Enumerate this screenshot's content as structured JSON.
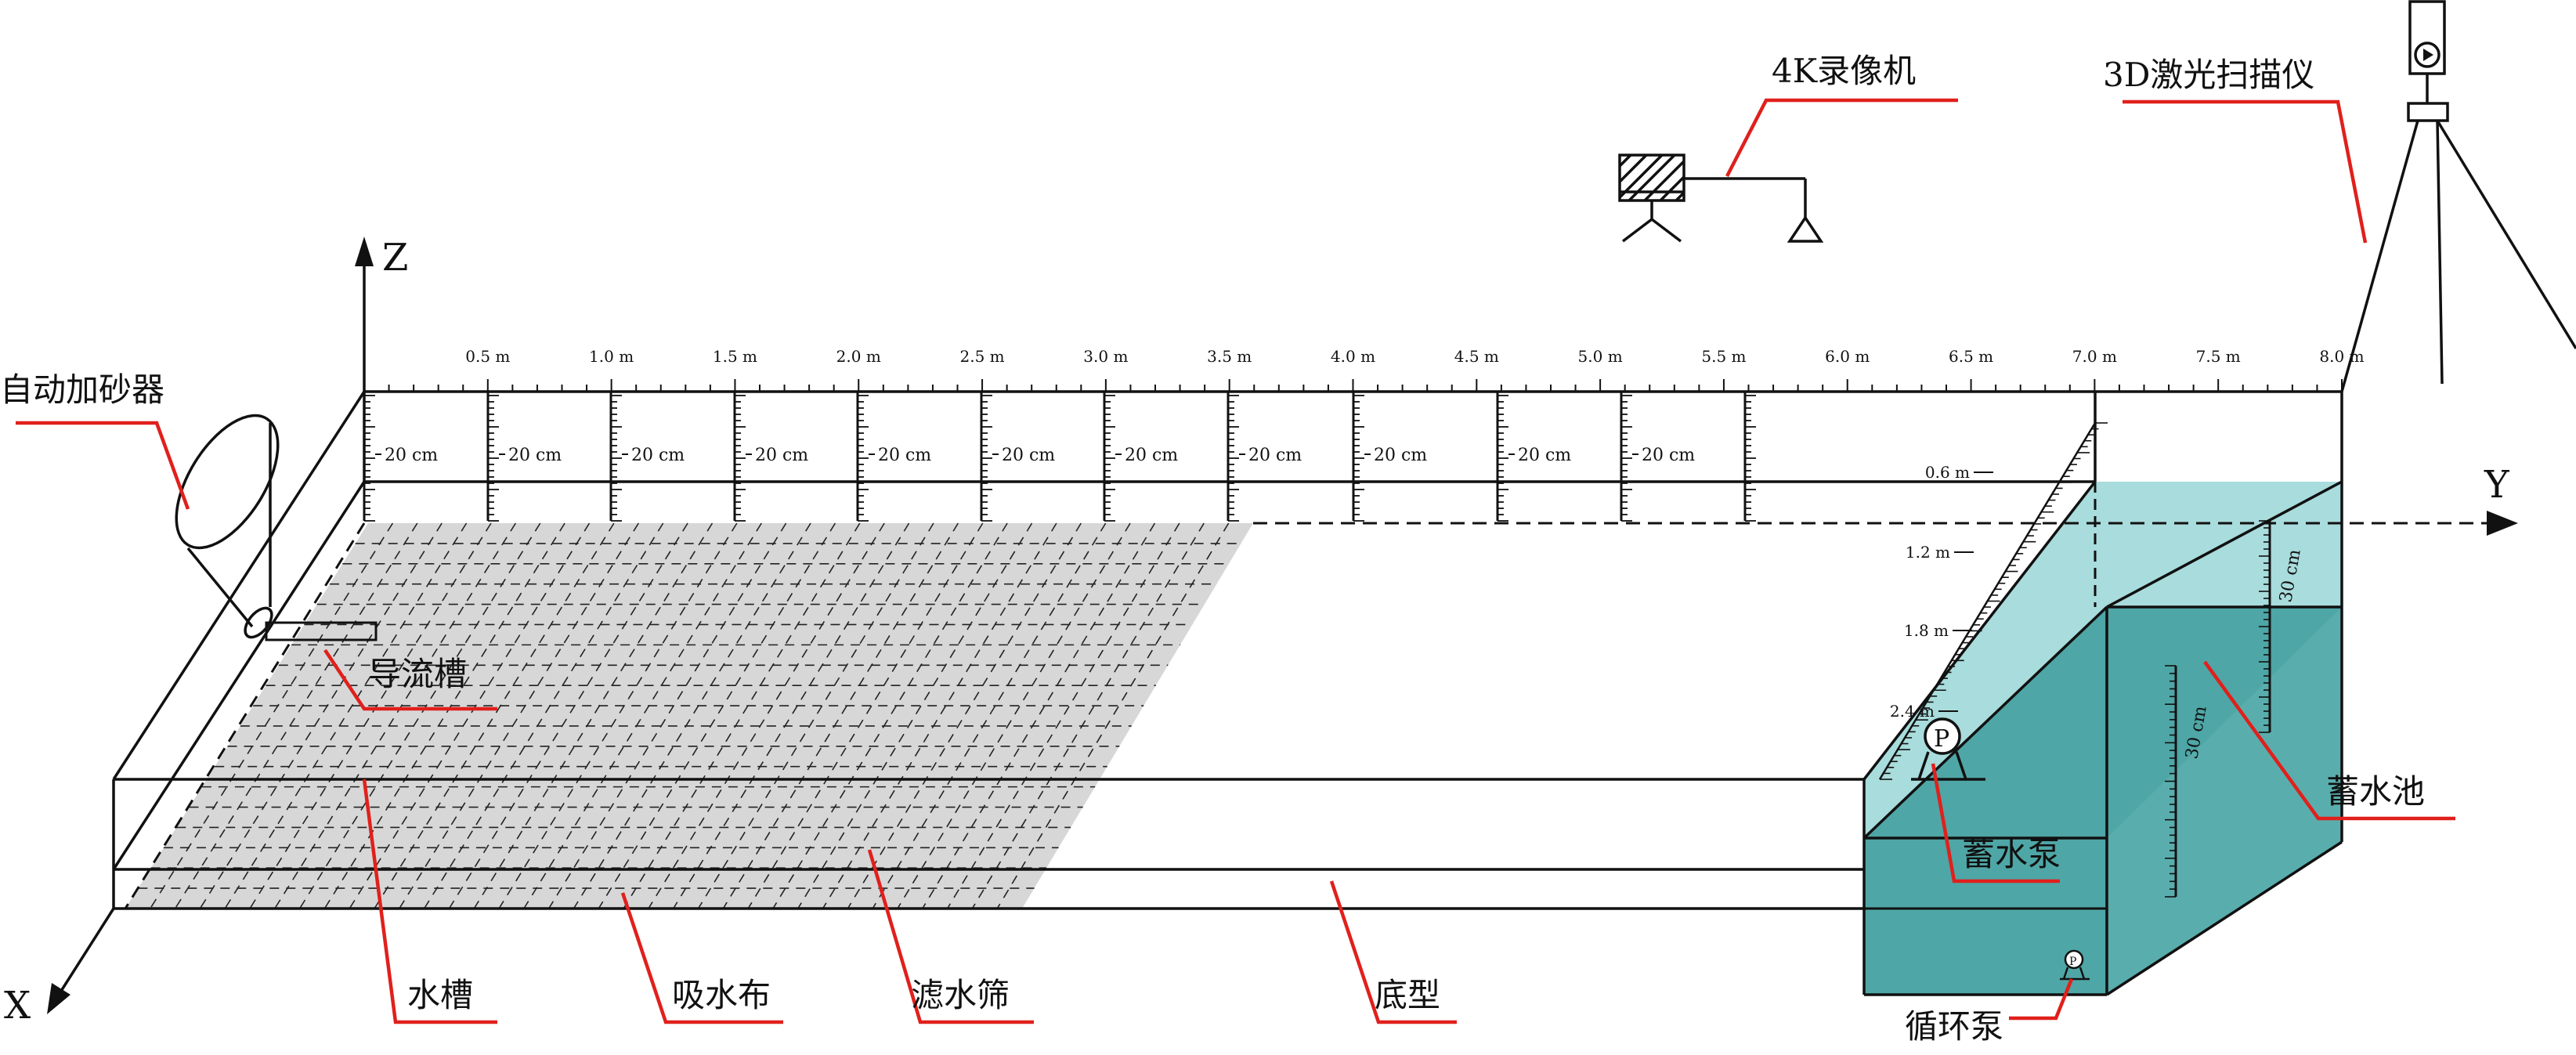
{
  "axes": {
    "x": "X",
    "y": "Y",
    "z": "Z"
  },
  "y_ticks": [
    "0.5 m",
    "1.0 m",
    "1.5 m",
    "2.0 m",
    "2.5 m",
    "3.0 m",
    "3.5 m",
    "4.0 m",
    "4.5 m",
    "5.0 m",
    "5.5 m",
    "6.0 m",
    "6.5 m",
    "7.0 m",
    "7.5 m",
    "8.0 m"
  ],
  "gauge_label": "20 cm",
  "depth_ticks": [
    "0.6 m",
    "1.2 m",
    "1.8 m",
    "2.4 m"
  ],
  "tank_depth_label": "30 cm",
  "labels": {
    "sand_feeder": "自动加砂器",
    "guide_channel": "导流槽",
    "flume": "水槽",
    "absorbent_cloth": "吸水布",
    "filter_screen": "滤水筛",
    "bed_model": "底型",
    "camera": "4K录像机",
    "scanner": "3D激光扫描仪",
    "storage_pump": "蓄水泵",
    "reservoir": "蓄水池",
    "circulation_pump": "循环泵",
    "pump_symbol": "P"
  },
  "colors": {
    "leader": "#e0201c",
    "water_light": "#a9dcdc",
    "water_dark": "#4fa6a6",
    "screen": "#d7d7d7"
  }
}
